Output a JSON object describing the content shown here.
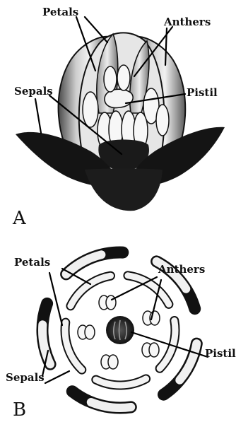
{
  "panel_a": {
    "letter": "A",
    "labels": {
      "petals": "Petals",
      "anthers": "Anthers",
      "sepals": "Sepals",
      "pistil": "Pistil"
    }
  },
  "panel_b": {
    "letter": "B",
    "labels": {
      "petals": "Petals",
      "anthers": "Anthers",
      "sepals": "Sepals",
      "pistil": "Pistil"
    }
  },
  "colors": {
    "ink": "#111111",
    "shade": "#3a3a3a",
    "petal_fill": "#d9d9d9",
    "background": "#ffffff"
  }
}
